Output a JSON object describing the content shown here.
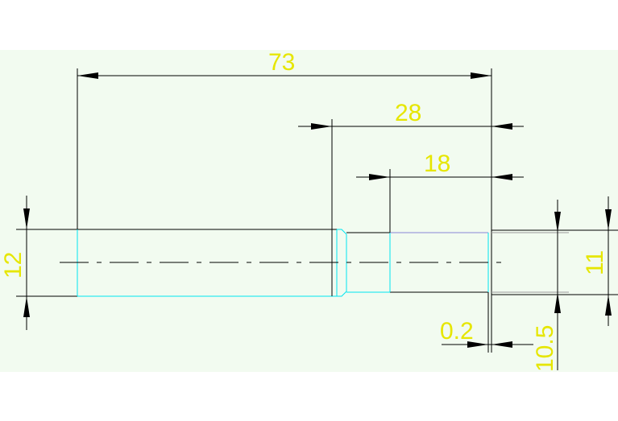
{
  "drawing": {
    "background": "#f2fbf0",
    "colors": {
      "dimension_text": "#e6e600",
      "dimension_lines": "#000000",
      "part_edges": "#00e5f0",
      "thread_edge": "#8a86d6"
    },
    "dimensions": {
      "overall_length": "73",
      "length_28": "28",
      "length_18": "18",
      "diameter_left": "12",
      "diameter_right": "11",
      "offset_bottom": "10.5",
      "gap": "0.2"
    }
  }
}
